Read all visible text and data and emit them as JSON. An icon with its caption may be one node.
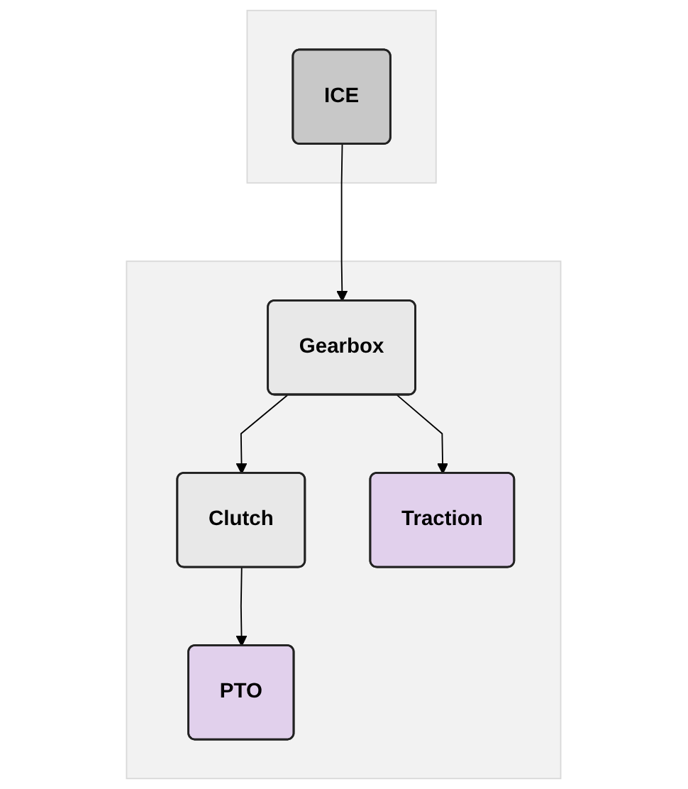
{
  "diagram": {
    "nodes": [
      {
        "text": [],
        "shape": "box"
      },
      {
        "text": [
          "ICE"
        ],
        "in": 0
      },
      {
        "text": [],
        "shape": "box"
      },
      {
        "text": [
          "Clutch"
        ],
        "in": 2
      },
      {
        "text": [
          "Gearbox"
        ],
        "in": 2
      },
      {
        "text": [
          "PTO"
        ],
        "in": 2
      },
      {
        "text": [
          "Traction"
        ],
        "in": 2
      }
    ],
    "edges": [
      {
        "from": 1,
        "to": 4,
        "arrow": "to"
      },
      {
        "from": 4,
        "to": 3,
        "arrow": "to"
      },
      {
        "from": 3,
        "to": 5,
        "arrow": "to"
      },
      {
        "from": 4,
        "to": 6,
        "arrow": "to"
      }
    ]
  }
}
